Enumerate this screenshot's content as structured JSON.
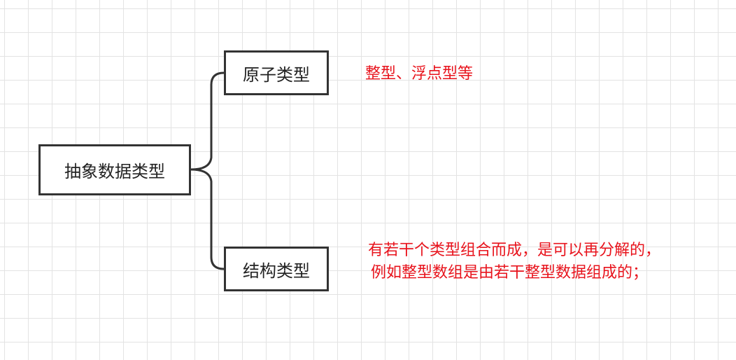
{
  "diagram": {
    "root": {
      "label": "抽象数据类型"
    },
    "children": [
      {
        "label": "原子类型",
        "note": [
          "整型、浮点型等"
        ]
      },
      {
        "label": "结构类型",
        "note": [
          "有若干个类型组合而成，是可以再分解的，",
          "例如整型数组是由若干整型数据组成的；"
        ]
      }
    ]
  },
  "colors": {
    "node_border": "#333333",
    "connector": "#333333",
    "note_text": "#e8131c",
    "grid_line": "#e3e3e3",
    "background": "#ffffff"
  }
}
